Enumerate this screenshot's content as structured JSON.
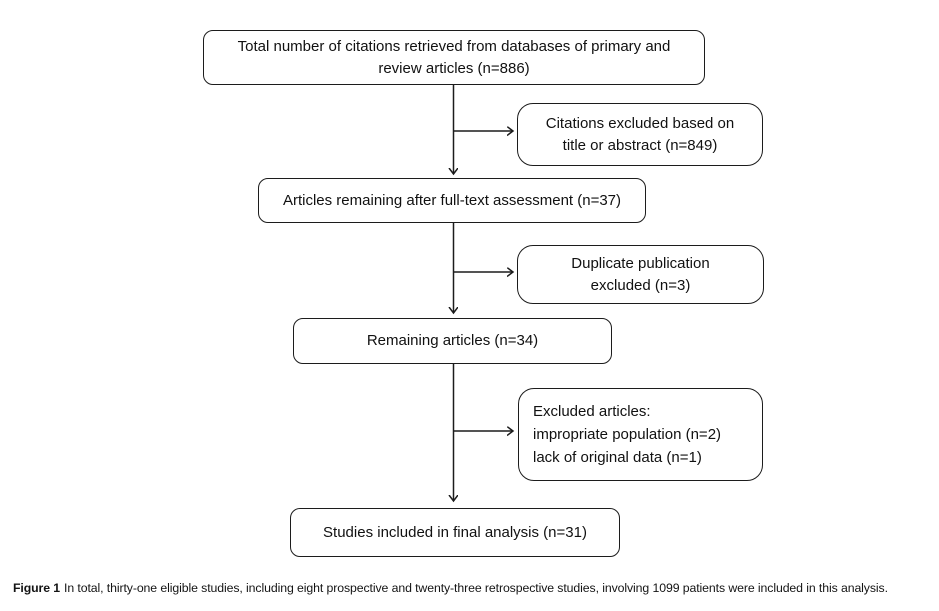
{
  "colors": {
    "background": "#ffffff",
    "box_border": "#1c1c1c",
    "text": "#111111",
    "arrow": "#1c1c1c"
  },
  "flowchart": {
    "total_citations": "Total number of citations retrieved from databases of primary and review articles (n=886)",
    "excluded_title_abstract": "Citations excluded based on title or abstract (n=849)",
    "fulltext_remaining": "Articles remaining after full-text assessment (n=37)",
    "duplicate_excluded": "Duplicate publication excluded (n=3)",
    "remaining_articles": "Remaining articles (n=34)",
    "excluded_articles": {
      "line1": "Excluded articles:",
      "line2": "impropriate population (n=2)",
      "line3": "lack of original data (n=1)"
    },
    "final_included": "Studies included in final analysis (n=31)"
  },
  "caption": {
    "label": "Figure 1",
    "text": "In total, thirty-one eligible studies, including eight prospective and twenty-three retrospective studies, involving 1099 patients were included in this analysis."
  }
}
